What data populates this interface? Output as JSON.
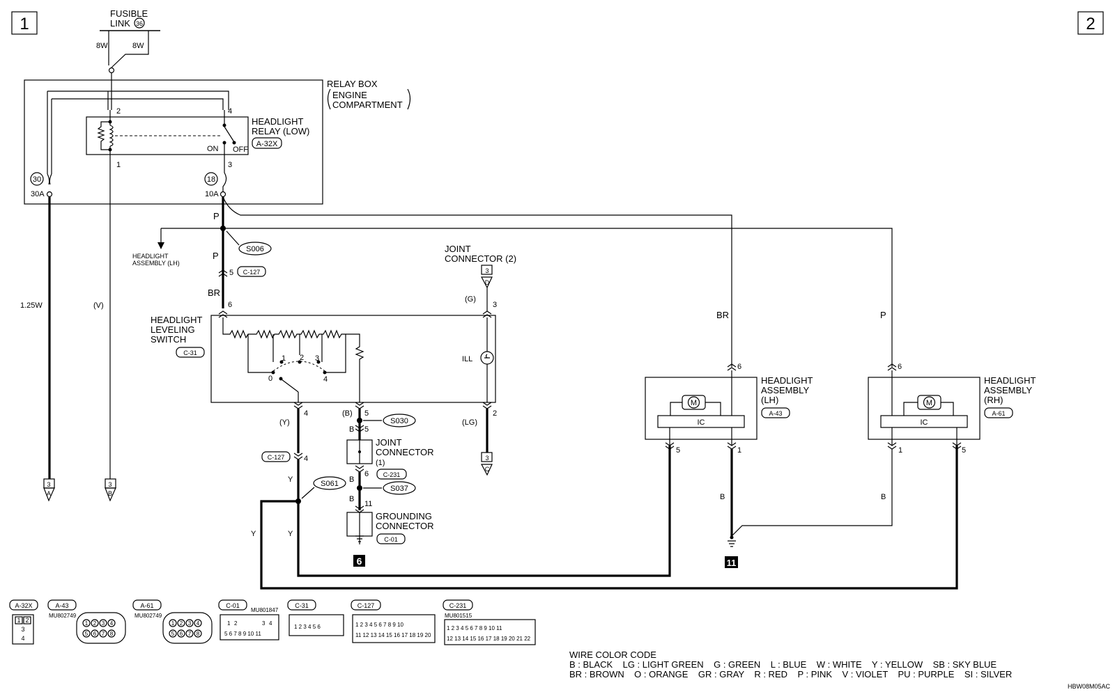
{
  "page_markers": {
    "left": "1",
    "right": "2"
  },
  "fusible_link": {
    "line1": "FUSIBLE",
    "line2": "LINK",
    "number": "36",
    "wire_left": "8W",
    "wire_right": "8W"
  },
  "relay_box": {
    "title": "RELAY BOX",
    "sub1": "ENGINE",
    "sub2": "COMPARTMENT",
    "relay_line1": "HEADLIGHT",
    "relay_line2": "RELAY (LOW)",
    "relay_connector": "A-32X",
    "pins": {
      "p2": "2",
      "p4": "4",
      "p1": "1",
      "p3": "3"
    },
    "on_label": "ON",
    "off_label": "OFF",
    "fuse_left_no": "30",
    "fuse_left_rating": "30A",
    "fuse_right_no": "18",
    "fuse_right_rating": "10A"
  },
  "wires": {
    "p_top": "P",
    "p_mid": "P",
    "br_mid": "BR",
    "w125": "1.25W",
    "v": "(V)",
    "g": "(G)",
    "y_paren": "(Y)",
    "b_paren": "(B)",
    "lg": "(LG)",
    "b1": "B",
    "b2": "B",
    "b3": "B",
    "y1": "Y",
    "y2": "Y",
    "y3": "Y",
    "br_lh": "BR",
    "p_rh": "P",
    "b_lh": "B",
    "b_rh": "B"
  },
  "splices": {
    "s006": "S006",
    "s030": "S030",
    "s037": "S037",
    "s061": "S061"
  },
  "headlight_lh_arrow": {
    "line1": "HEADLIGHT",
    "line2": "ASSEMBLY (LH)"
  },
  "connector_c127": {
    "label": "C-127",
    "pin_top": "5",
    "pin_bottom": "4"
  },
  "leveling_switch": {
    "line1": "HEADLIGHT",
    "line2": "LEVELING",
    "line3": "SWITCH",
    "connector": "C-31",
    "pin6": "6",
    "pin4": "4",
    "pin5": "5",
    "pin3": "3",
    "pin2": "2",
    "pos0": "0",
    "pos1": "1",
    "pos2": "2",
    "pos3": "3",
    "pos4": "4",
    "ill": "ILL"
  },
  "joint_connector_2": {
    "line1": "JOINT",
    "line2": "CONNECTOR (2)",
    "page_top": "3",
    "letter_top": "D",
    "page_bottom": "3",
    "letter_bottom": "C"
  },
  "joint_connector_1": {
    "line1": "JOINT",
    "line2": "CONNECTOR",
    "line3": "(1)",
    "connector": "C-231",
    "pin5": "5",
    "pin6": "6",
    "pin11": "11"
  },
  "grounding_connector": {
    "line1": "GROUNDING",
    "line2": "CONNECTOR",
    "connector": "C-01",
    "ground_no": "6"
  },
  "offpage": {
    "a_page": "3",
    "a_letter": "A",
    "b_page": "3",
    "b_letter": "B"
  },
  "headlight_lh": {
    "line1": "HEADLIGHT",
    "line2": "ASSEMBLY",
    "line3": "(LH)",
    "connector": "A-43",
    "ic": "IC",
    "motor": "M",
    "pin6": "6",
    "pin5": "5",
    "pin1": "1"
  },
  "headlight_rh": {
    "line1": "HEADLIGHT",
    "line2": "ASSEMBLY",
    "line3": "(RH)",
    "connector": "A-61",
    "ic": "IC",
    "motor": "M",
    "pin6": "6",
    "pin1": "1",
    "pin5": "5"
  },
  "ground_11": "11",
  "connector_views": [
    {
      "label": "A-32X",
      "part": "",
      "pins": "1 2 3 4"
    },
    {
      "label": "A-43",
      "part": "MU802749",
      "pins": "1-8"
    },
    {
      "label": "A-61",
      "part": "MU802749",
      "pins": "1-8"
    },
    {
      "label": "C-01",
      "part": "MU801847",
      "pins": "1-11"
    },
    {
      "label": "C-31",
      "part": "",
      "pins": "1-6"
    },
    {
      "label": "C-127",
      "part": "",
      "pins": "1-20"
    },
    {
      "label": "C-231",
      "part": "MU801515",
      "pins": "1-22"
    }
  ],
  "color_code": {
    "title": "WIRE COLOR CODE",
    "line1": "B : BLACK    LG : LIGHT GREEN    G : GREEN    L : BLUE    W : WHITE    Y : YELLOW    SB : SKY BLUE",
    "line2": "BR : BROWN    O : ORANGE    GR : GRAY    R : RED    P : PINK    V : VIOLET    PU : PURPLE    SI : SILVER"
  },
  "diagram_code": "HBW08M05AC"
}
